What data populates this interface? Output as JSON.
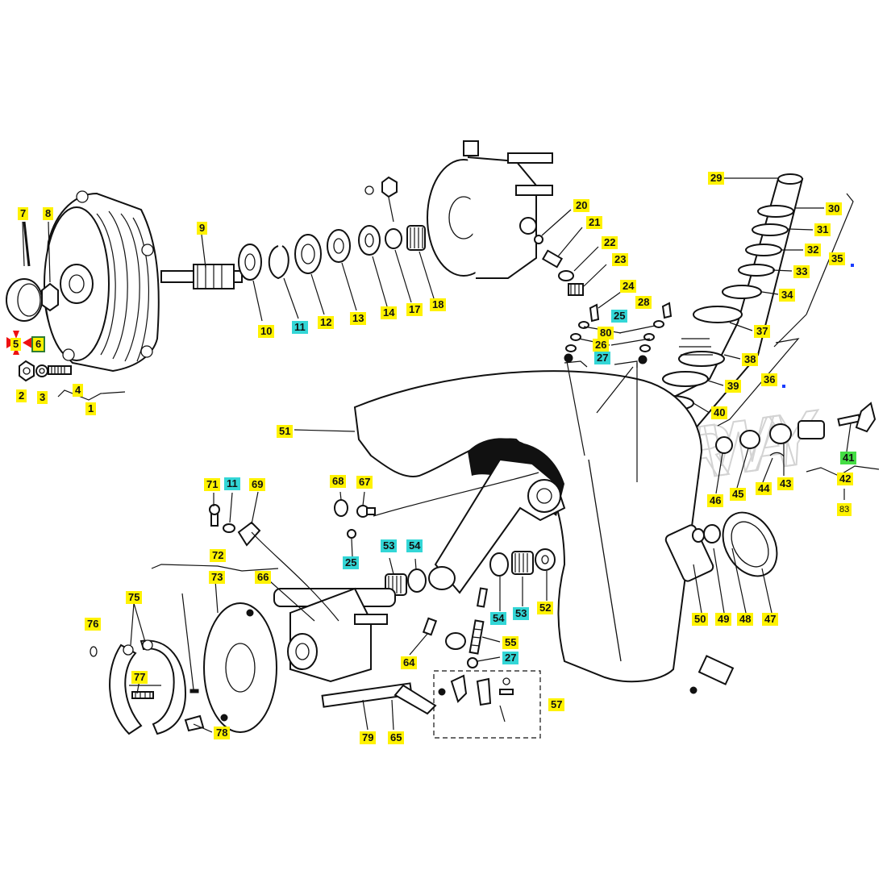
{
  "diagram": {
    "watermark": "SCOOTER WAY",
    "callouts": [
      {
        "id": "l1",
        "text": "1",
        "style": "yellow"
      },
      {
        "id": "l2",
        "text": "2",
        "style": "yellow"
      },
      {
        "id": "l3",
        "text": "3",
        "style": "yellow"
      },
      {
        "id": "l4",
        "text": "4",
        "style": "yellow"
      },
      {
        "id": "l5",
        "text": "5",
        "style": "yellow"
      },
      {
        "id": "l6",
        "text": "6",
        "style": "highlighted-box"
      },
      {
        "id": "l7",
        "text": "7",
        "style": "yellow"
      },
      {
        "id": "l8",
        "text": "8",
        "style": "yellow"
      },
      {
        "id": "l9",
        "text": "9",
        "style": "yellow"
      },
      {
        "id": "l10",
        "text": "10",
        "style": "yellow"
      },
      {
        "id": "l11a",
        "text": "11",
        "style": "cyan"
      },
      {
        "id": "l12",
        "text": "12",
        "style": "yellow"
      },
      {
        "id": "l13",
        "text": "13",
        "style": "yellow"
      },
      {
        "id": "l14",
        "text": "14",
        "style": "yellow"
      },
      {
        "id": "l17",
        "text": "17",
        "style": "yellow"
      },
      {
        "id": "l18",
        "text": "18",
        "style": "yellow"
      },
      {
        "id": "l20",
        "text": "20",
        "style": "yellow"
      },
      {
        "id": "l21",
        "text": "21",
        "style": "yellow"
      },
      {
        "id": "l22",
        "text": "22",
        "style": "yellow"
      },
      {
        "id": "l23",
        "text": "23",
        "style": "yellow"
      },
      {
        "id": "l24",
        "text": "24",
        "style": "yellow"
      },
      {
        "id": "l25a",
        "text": "25",
        "style": "cyan"
      },
      {
        "id": "l26",
        "text": "26",
        "style": "yellow"
      },
      {
        "id": "l27a",
        "text": "27",
        "style": "cyan"
      },
      {
        "id": "l28",
        "text": "28",
        "style": "yellow"
      },
      {
        "id": "l29",
        "text": "29",
        "style": "yellow"
      },
      {
        "id": "l30",
        "text": "30",
        "style": "yellow"
      },
      {
        "id": "l31",
        "text": "31",
        "style": "yellow"
      },
      {
        "id": "l32",
        "text": "32",
        "style": "yellow"
      },
      {
        "id": "l33",
        "text": "33",
        "style": "yellow"
      },
      {
        "id": "l34",
        "text": "34",
        "style": "yellow"
      },
      {
        "id": "l35",
        "text": "35",
        "style": "yellow"
      },
      {
        "id": "l36",
        "text": "36",
        "style": "yellow"
      },
      {
        "id": "l37",
        "text": "37",
        "style": "yellow"
      },
      {
        "id": "l38",
        "text": "38",
        "style": "yellow"
      },
      {
        "id": "l39",
        "text": "39",
        "style": "yellow"
      },
      {
        "id": "l40",
        "text": "40",
        "style": "yellow"
      },
      {
        "id": "l41",
        "text": "41",
        "style": "green"
      },
      {
        "id": "l42",
        "text": "42",
        "style": "yellow"
      },
      {
        "id": "l83",
        "text": "83",
        "style": "yellow-small"
      },
      {
        "id": "l43",
        "text": "43",
        "style": "yellow"
      },
      {
        "id": "l44",
        "text": "44",
        "style": "yellow"
      },
      {
        "id": "l45",
        "text": "45",
        "style": "yellow"
      },
      {
        "id": "l46",
        "text": "46",
        "style": "yellow"
      },
      {
        "id": "l47",
        "text": "47",
        "style": "yellow"
      },
      {
        "id": "l48",
        "text": "48",
        "style": "yellow"
      },
      {
        "id": "l49",
        "text": "49",
        "style": "yellow"
      },
      {
        "id": "l50",
        "text": "50",
        "style": "yellow"
      },
      {
        "id": "l51",
        "text": "51",
        "style": "yellow"
      },
      {
        "id": "l52",
        "text": "52",
        "style": "yellow"
      },
      {
        "id": "l53a",
        "text": "53",
        "style": "cyan"
      },
      {
        "id": "l53b",
        "text": "53",
        "style": "cyan"
      },
      {
        "id": "l54a",
        "text": "54",
        "style": "cyan"
      },
      {
        "id": "l54b",
        "text": "54",
        "style": "cyan"
      },
      {
        "id": "l55",
        "text": "55",
        "style": "yellow"
      },
      {
        "id": "l27b",
        "text": "27",
        "style": "cyan"
      },
      {
        "id": "l57",
        "text": "57",
        "style": "yellow"
      },
      {
        "id": "l64",
        "text": "64",
        "style": "yellow"
      },
      {
        "id": "l65",
        "text": "65",
        "style": "yellow"
      },
      {
        "id": "l66",
        "text": "66",
        "style": "yellow"
      },
      {
        "id": "l67",
        "text": "67",
        "style": "yellow"
      },
      {
        "id": "l68",
        "text": "68",
        "style": "yellow"
      },
      {
        "id": "l25b",
        "text": "25",
        "style": "cyan"
      },
      {
        "id": "l69",
        "text": "69",
        "style": "yellow"
      },
      {
        "id": "l71",
        "text": "71",
        "style": "yellow"
      },
      {
        "id": "l11b",
        "text": "11",
        "style": "cyan"
      },
      {
        "id": "l72",
        "text": "72",
        "style": "yellow"
      },
      {
        "id": "l73",
        "text": "73",
        "style": "yellow"
      },
      {
        "id": "l75",
        "text": "75",
        "style": "yellow"
      },
      {
        "id": "l76",
        "text": "76",
        "style": "yellow"
      },
      {
        "id": "l77",
        "text": "77",
        "style": "yellow"
      },
      {
        "id": "l78",
        "text": "78",
        "style": "yellow"
      },
      {
        "id": "l79",
        "text": "79",
        "style": "yellow"
      },
      {
        "id": "l80",
        "text": "80",
        "style": "yellow"
      }
    ]
  }
}
